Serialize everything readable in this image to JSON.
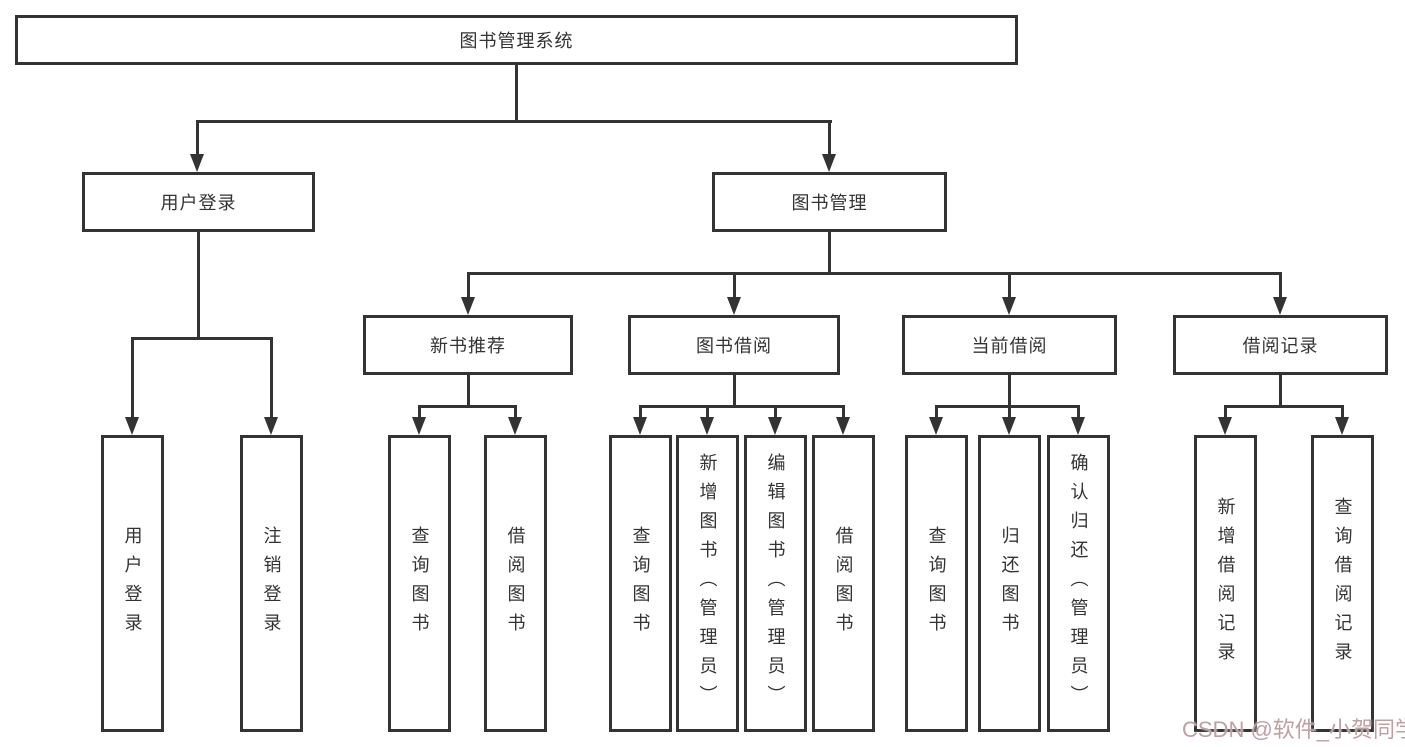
{
  "tree": {
    "root": "图书管理系统",
    "children": [
      {
        "label": "用户登录",
        "leaves": [
          "用户登录",
          "注销登录"
        ]
      },
      {
        "label": "图书管理",
        "children": [
          {
            "label": "新书推荐",
            "leaves": [
              "查询图书",
              "借阅图书"
            ]
          },
          {
            "label": "图书借阅",
            "leaves": [
              "查询图书",
              "新增图书（管理员）",
              "编辑图书（管理员）",
              "借阅图书"
            ]
          },
          {
            "label": "当前借阅",
            "leaves": [
              "查询图书",
              "归还图书",
              "确认归还（管理员）"
            ]
          },
          {
            "label": "借阅记录",
            "leaves": [
              "新增借阅记录",
              "查询借阅记录"
            ]
          }
        ]
      }
    ]
  },
  "watermark": {
    "text": "CSDN @软件_小贺同学",
    "color": "#bfa0a0"
  },
  "colors": {
    "line": "#333333",
    "text": "#333333",
    "background": "#ffffff"
  }
}
